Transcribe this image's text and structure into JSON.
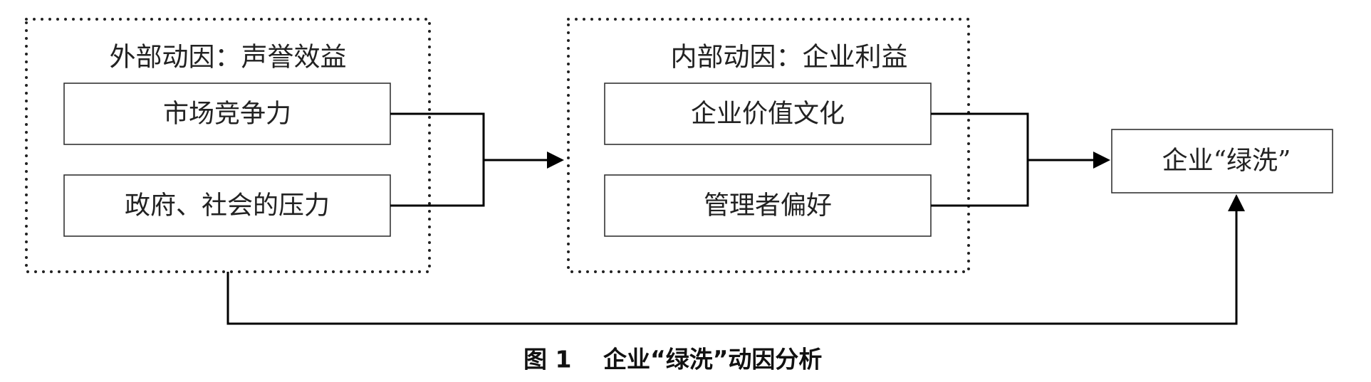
{
  "diagram": {
    "external_group": {
      "title": "外部动因：声誉效益",
      "factors": [
        "市场竞争力",
        "政府、社会的压力"
      ]
    },
    "internal_group": {
      "title": "内部动因：企业利益",
      "factors": [
        "企业价值文化",
        "管理者偏好"
      ]
    },
    "outcome": {
      "label": "企业“绿洗”"
    }
  },
  "caption": {
    "figure_number": "图 1",
    "title": "企业“绿洗”动因分析"
  }
}
